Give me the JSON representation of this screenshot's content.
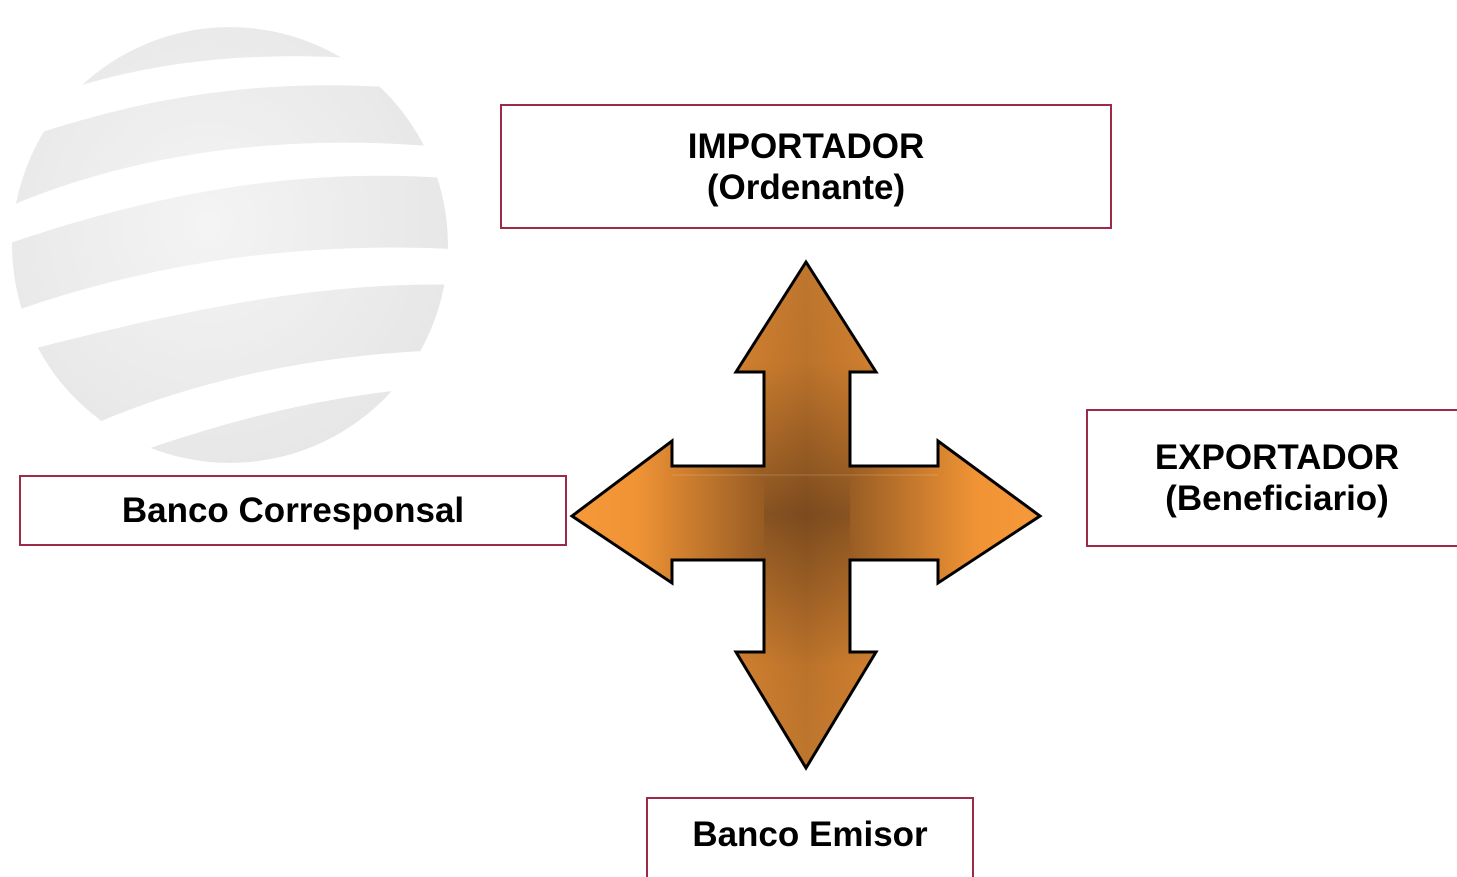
{
  "parties": {
    "importer": {
      "name": "IMPORTADOR",
      "role": "(Ordenante)"
    },
    "exporter": {
      "name": "EXPORTADOR",
      "role": "(Beneficiario)"
    },
    "correspondent_bank": {
      "name": "Banco Corresponsal"
    },
    "issuing_bank": {
      "name": "Banco Emisor"
    }
  },
  "colors": {
    "box_border": "#9e2a4a",
    "arrow_outer": "#f5993a",
    "arrow_center": "#7a4a1e",
    "arrow_outline": "#000000",
    "globe": "#eeeeee"
  },
  "icons": {
    "background": "globe-watermark-icon",
    "connector": "four-way-arrow-icon"
  }
}
